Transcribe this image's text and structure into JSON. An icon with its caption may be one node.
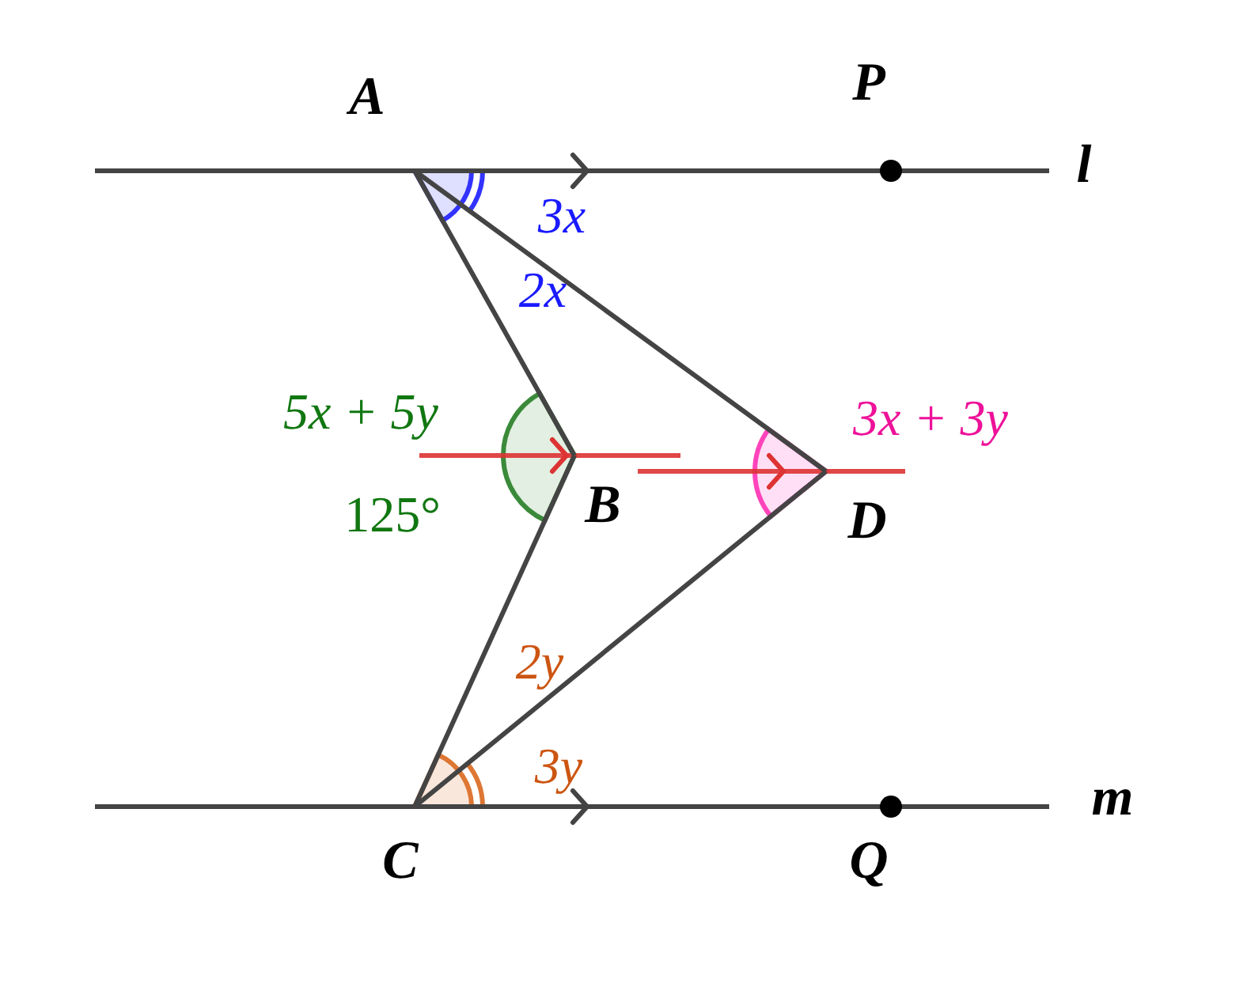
{
  "diagram": {
    "nodes": [
      {
        "text": [
          "A"
        ]
      },
      {
        "text": [
          "B"
        ]
      },
      {
        "text": [
          "D"
        ]
      },
      {
        "text": [
          "C"
        ]
      }
    ],
    "edges": [
      {
        "from": 0,
        "to": 1,
        "arrow": "none"
      },
      {
        "from": 0,
        "to": 2,
        "arrow": "none"
      },
      {
        "from": 1,
        "to": 3,
        "arrow": "none"
      },
      {
        "from": 2,
        "to": 3,
        "arrow": "none"
      }
    ],
    "labels": [
      "P",
      "l",
      "3x",
      "2x",
      "5x + 5y",
      "3x + 3y",
      "125°",
      "2y",
      "3y",
      "Q",
      "m"
    ]
  }
}
